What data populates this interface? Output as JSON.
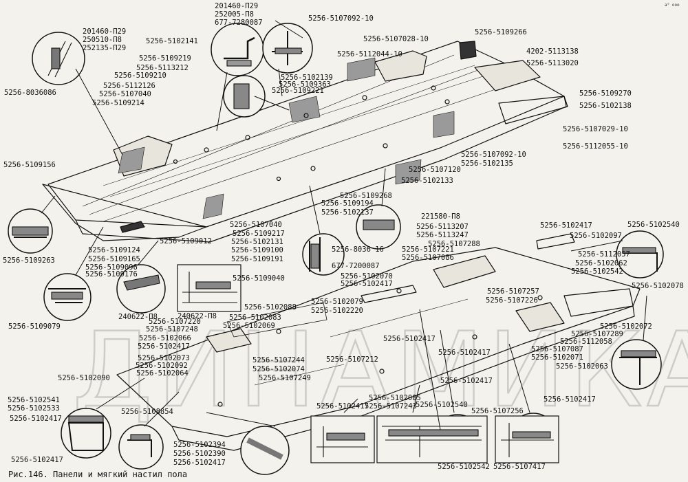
{
  "caption": "Рис.146. Панели и мягкий настил пола",
  "corner_mark": "a° ooo",
  "watermark": "ДИНАМИКА76",
  "colors": {
    "ink": "#111111",
    "paper": "#f4f2ec",
    "watermark": "#888888"
  },
  "callouts": [
    "201460-П29",
    "250510-П8",
    "252135-П29",
    "5256-8036086",
    "201460-П29",
    "252005-П8",
    "677-7280087",
    "5256-5102141",
    "5256-5109219",
    "5256-5113212",
    "5256-5109210",
    "5256-5112126",
    "5256-5107040",
    "5256-5109214",
    "5256-5107092-10",
    "5256-5112044-10",
    "5256-5107028-10",
    "5256-5109266",
    "4202-5113138",
    "5256-5113020",
    "5256-5102139",
    "5256-5109363",
    "5256-5109221",
    "5256-5109270",
    "5256-5102138",
    "5256-5107029-10",
    "5256-5112055-10",
    "5256-5107092-10",
    "5256-5102135",
    "5256-5107120",
    "5256-5102133",
    "5256-5109156",
    "5256-5109268",
    "5256-5109194",
    "5256-5102137",
    "221580-П8",
    "5256-5113207",
    "5256-5113247",
    "5256-5107288",
    "5256-5107221",
    "5256-5107086",
    "5256-5102417",
    "5256-5102540",
    "5256-5102097",
    "5256-5112057",
    "5256-5102062",
    "5256-5102542",
    "5256-5107040",
    "5256-5109217",
    "5256-5102131",
    "5256-5109100",
    "5256-5109191",
    "5256-5109263",
    "5256-5109124",
    "5256-5109165",
    "5256-5109096",
    "5256-5109176",
    "5256-5109012",
    "5256-5109040",
    "5256-8036 16",
    "677-7200087",
    "5256-5102070",
    "5256-5102417",
    "5256-5102078",
    "5256-5107257",
    "5256-5107226",
    "5256-5109079",
    "240622-П8",
    "240622-П8",
    "5256-5102079",
    "5256-5102220",
    "5256-5102088",
    "5256-5102072",
    "5256-5107289",
    "5256-5107220",
    "5256-5107248",
    "5256-5102083",
    "5256-5102069",
    "5256-5102066",
    "5256-5102417",
    "5256-5102073",
    "5256-5102092",
    "5256-5102064",
    "5256-5107244",
    "5256-5102074",
    "5256-5107249",
    "5256-5102417",
    "5256-5107212",
    "5256-5102417",
    "5256-5112058",
    "5256-5107087",
    "5256-5102071",
    "5256-5102063",
    "5256-5102090",
    "5256-5102541",
    "5256-5102533",
    "5256-5102417",
    "5256-5108854",
    "5256-5102417",
    "5256-5102085",
    "5256-5107243",
    "5256-5102417",
    "5256-5102540",
    "5256-5107256",
    "5256-5102417",
    "5256-5102417",
    "5256-5102394",
    "5256-5102390",
    "5256-5102417",
    "5256-5102542",
    "5256-5107417"
  ]
}
